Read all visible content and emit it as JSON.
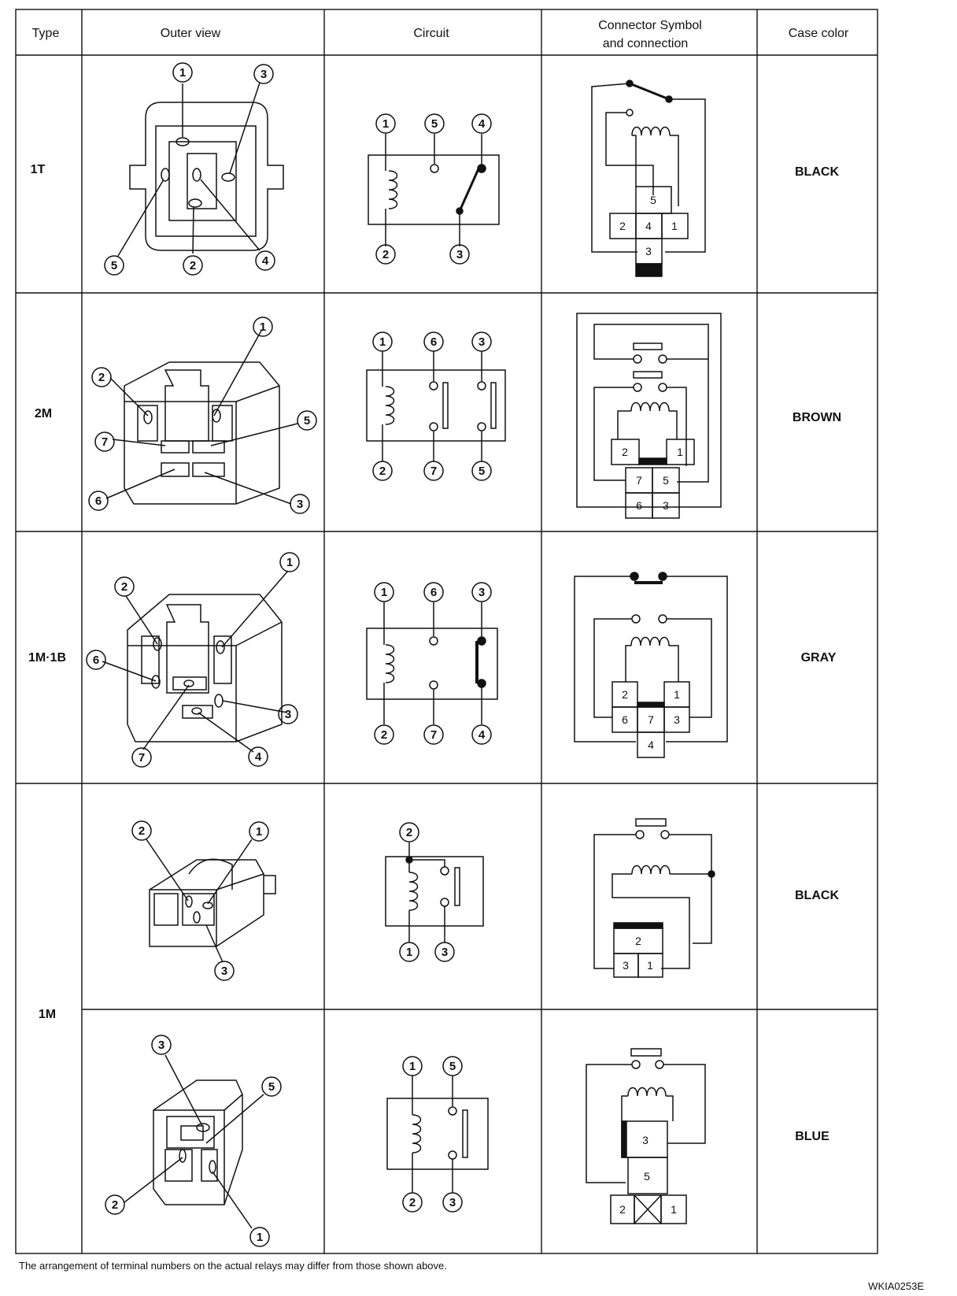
{
  "headers": {
    "type": "Type",
    "outer": "Outer view",
    "circuit": "Circuit",
    "connector_line1": "Connector Symbol",
    "connector_line2": "and connection",
    "case": "Case color"
  },
  "rows": [
    {
      "type": "1T",
      "color": "BLACK"
    },
    {
      "type": "2M",
      "color": "BROWN"
    },
    {
      "type": "1M·1B",
      "color": "GRAY"
    },
    {
      "type": "1M",
      "color": "BLACK"
    },
    {
      "color": "BLUE"
    }
  ],
  "footnote": "The arrangement of terminal numbers on the actual relays may differ from those shown above.",
  "figure_id": "WKIA0253E",
  "labels": {
    "n1": "1",
    "n2": "2",
    "n3": "3",
    "n4": "4",
    "n5": "5",
    "n6": "6",
    "n7": "7"
  }
}
